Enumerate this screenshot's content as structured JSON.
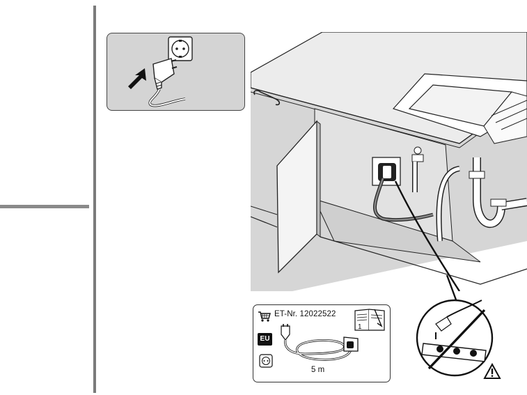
{
  "part_card": {
    "part_number_label": "ET-Nr. 12022522",
    "region_badge": "EU",
    "cable_length": "5 m"
  },
  "icons": {
    "inset": [
      "wall-socket-icon",
      "plug-icon",
      "insert-arrow-icon"
    ],
    "part_card": [
      "shopping-cart-icon",
      "manual-book-icon",
      "socket-icon",
      "power-cable-icon"
    ],
    "warning": [
      "no-extension-lead-icon",
      "warning-triangle-icon"
    ]
  },
  "colors": {
    "panel_fill": "#d4d4d4",
    "scene_fill": "#d6d6d6",
    "rule": "#7b7b7b"
  }
}
